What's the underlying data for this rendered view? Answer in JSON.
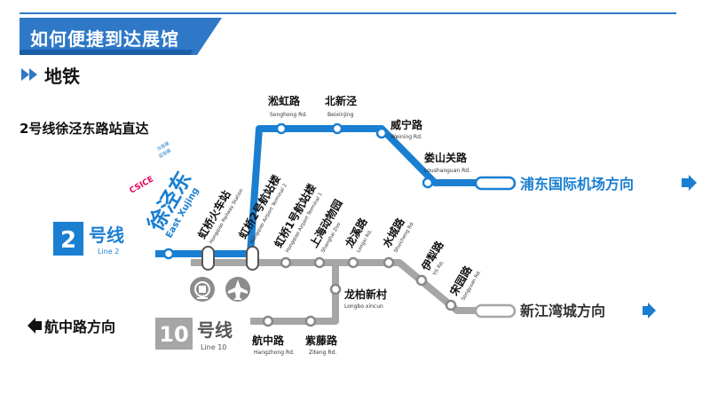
{
  "section_title": "如何便捷到达展馆",
  "subsection_title": "地铁",
  "map": {
    "headline": "2号线徐泾东路站直达",
    "line2": {
      "number": "2",
      "label_cn": "号线",
      "label_en": "Line 2",
      "color": "#1a7fd1"
    },
    "line10": {
      "number": "10",
      "label_cn": "号线",
      "label_en": "Line 10",
      "color": "#a6a6a6"
    },
    "xujing": {
      "cn": "徐泾东",
      "en": "East Xujing",
      "logo_letters": "CSICE",
      "logo_text_a": "汝易展",
      "logo_text_b": "蓝易展"
    },
    "stations_line2_top": [
      {
        "cn": "淞虹路",
        "en": "Songhong Rd."
      },
      {
        "cn": "北新泾",
        "en": "Beixinjing"
      },
      {
        "cn": "威宁路",
        "en": "Weining Rd."
      },
      {
        "cn": "娄山关路",
        "en": "Loushanguan Rd."
      }
    ],
    "stations_diagonal": [
      {
        "cn": "虹桥火车站",
        "en": "Hongqiao Railway Station"
      },
      {
        "cn": "虹桥2号航站楼",
        "en": "Hongqiao Airport Terminal 2"
      },
      {
        "cn": "虹桥1号航站楼",
        "en": "Hongqiao Airport Terminal 1"
      },
      {
        "cn": "上海动物园",
        "en": "Shanghai Zoo"
      },
      {
        "cn": "龙溪路",
        "en": "Longxi Rd."
      },
      {
        "cn": "水城路",
        "en": "Shuicheng Rd."
      },
      {
        "cn": "伊犁路",
        "en": "Yili Rd."
      },
      {
        "cn": "宋园路",
        "en": "Songyuan Rd."
      }
    ],
    "stations_line10_branch": [
      {
        "cn": "龙柏新村",
        "en": "Longbo xincun"
      },
      {
        "cn": "航中路",
        "en": "Hangzhong Rd."
      },
      {
        "cn": "紫藤路",
        "en": "Ziteng Rd."
      }
    ],
    "directions": {
      "pudong": "浦东国际机场方向",
      "xinjiangwan": "新江湾城方向",
      "hangzhong": "航中路方向"
    },
    "icons": [
      "railway-station-icon",
      "airport-icon"
    ]
  }
}
